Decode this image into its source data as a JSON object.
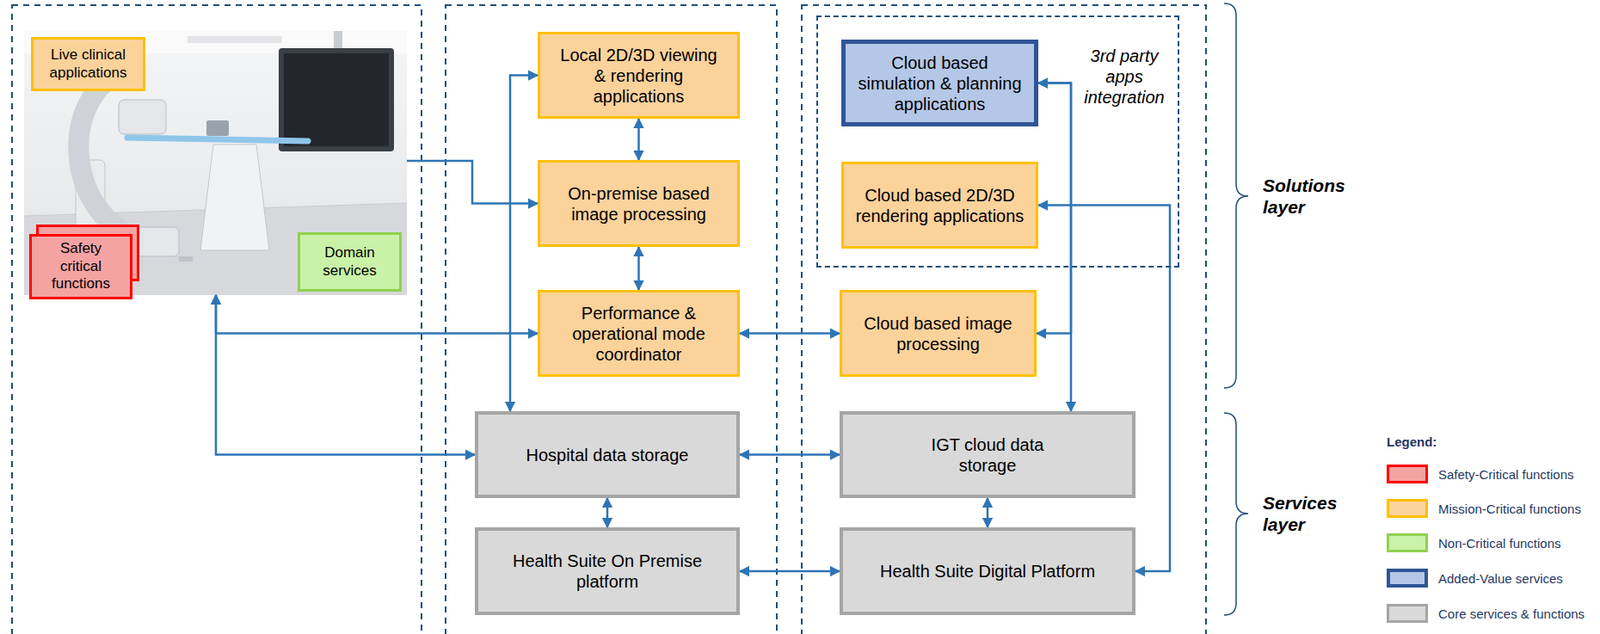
{
  "diagram": {
    "nodes": [
      {
        "text": []
      },
      {
        "text": [
          "Live clinical applications"
        ],
        "in": 0
      },
      {
        "text": [
          "Safety critical functions"
        ],
        "in": 0
      },
      {
        "text": [
          "Domain services"
        ],
        "in": 0
      },
      {
        "text": [
          "Local 2D/3D viewing & rendering applications"
        ]
      },
      {
        "text": [
          "On-premise based image processing"
        ]
      },
      {
        "text": [
          "Performance & operational mode coordinator"
        ]
      },
      {
        "text": [
          "Hospital data storage"
        ]
      },
      {
        "text": [
          "Health Suite On Premise platform"
        ]
      },
      {
        "text": [
          "3rd party apps integration"
        ]
      },
      {
        "text": [
          "Cloud based simulation & planning applications"
        ],
        "in": 9
      },
      {
        "text": [
          "Cloud based 2D/3D rendering applications"
        ],
        "in": 9
      },
      {
        "text": [
          "Cloud based image processing"
        ]
      },
      {
        "text": [
          "IGT cloud data storage"
        ]
      },
      {
        "text": [
          "Health Suite Digital Platform"
        ]
      }
    ],
    "edges": [
      {
        "from": 0,
        "to": 5,
        "arrow": "to"
      },
      {
        "from": 0,
        "to": 6,
        "arrow": "both"
      },
      {
        "from": 0,
        "to": 7,
        "arrow": "both"
      },
      {
        "from": 4,
        "to": 5,
        "arrow": "both"
      },
      {
        "from": 5,
        "to": 6,
        "arrow": "both"
      },
      {
        "from": 4,
        "to": 7,
        "arrow": "both"
      },
      {
        "from": 6,
        "to": 12,
        "arrow": "both"
      },
      {
        "from": 7,
        "to": 13,
        "arrow": "both"
      },
      {
        "from": 7,
        "to": 8,
        "arrow": "both"
      },
      {
        "from": 8,
        "to": 14,
        "arrow": "both"
      },
      {
        "from": 13,
        "to": 14,
        "arrow": "both"
      },
      {
        "from": 10,
        "to": 13,
        "arrow": "both"
      },
      {
        "from": 10,
        "to": 12,
        "arrow": "both"
      },
      {
        "from": 11,
        "to": 14,
        "arrow": "both"
      }
    ],
    "labels": [
      "Solutions layer",
      "Services layer",
      "Legend:"
    ],
    "legend": [
      {
        "text": "Safety-Critical functions",
        "color": "#f4a3a3"
      },
      {
        "text": "Mission-Critical functions",
        "color": "#fcd29b"
      },
      {
        "text": "Non-Critical functions",
        "color": "#c9f2a8"
      },
      {
        "text": "Added-Value services",
        "color": "#b4c7e7"
      },
      {
        "text": "Core services & functions",
        "color": "#d9d9d9"
      }
    ]
  }
}
